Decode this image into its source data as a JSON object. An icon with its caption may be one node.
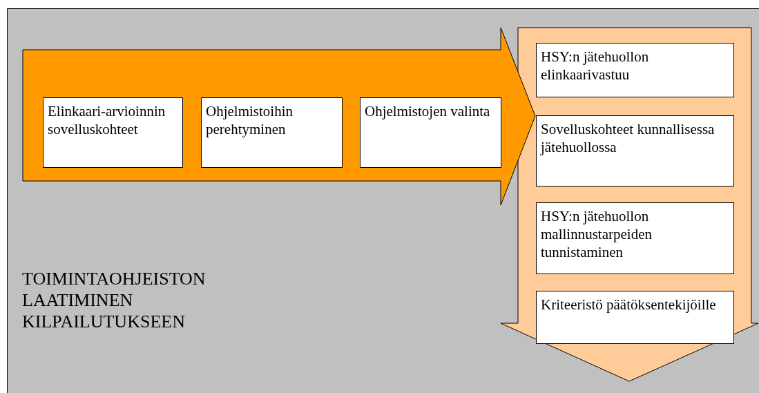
{
  "diagram": {
    "nodes": [
      {
        "text": [],
        "shape": "arrow"
      },
      {
        "text": [
          "Elinkaari-arvioinnin sovelluskohteet"
        ],
        "in": 0
      },
      {
        "text": [
          "Ohjelmistoihin perehtyminen"
        ],
        "in": 0
      },
      {
        "text": [
          "Ohjelmistojen valinta"
        ],
        "in": 0
      },
      {
        "text": [],
        "shape": "arrow"
      },
      {
        "text": [
          "HSY:n jätehuollon elinkaarivastuu"
        ],
        "in": 4
      },
      {
        "text": [
          "Sovelluskohteet kunnallisessa jätehuollossa"
        ],
        "in": 4
      },
      {
        "text": [
          "HSY:n jätehuollon mallinnustarpeiden tunnistaminen"
        ],
        "in": 4
      },
      {
        "text": [
          "Kriteeristö päätöksentekijöille"
        ],
        "in": 4
      }
    ],
    "edges": [],
    "labels": [
      "TOIMINTAOHJEISTON LAATIMINEN KILPAILUTUKSEEN"
    ]
  }
}
